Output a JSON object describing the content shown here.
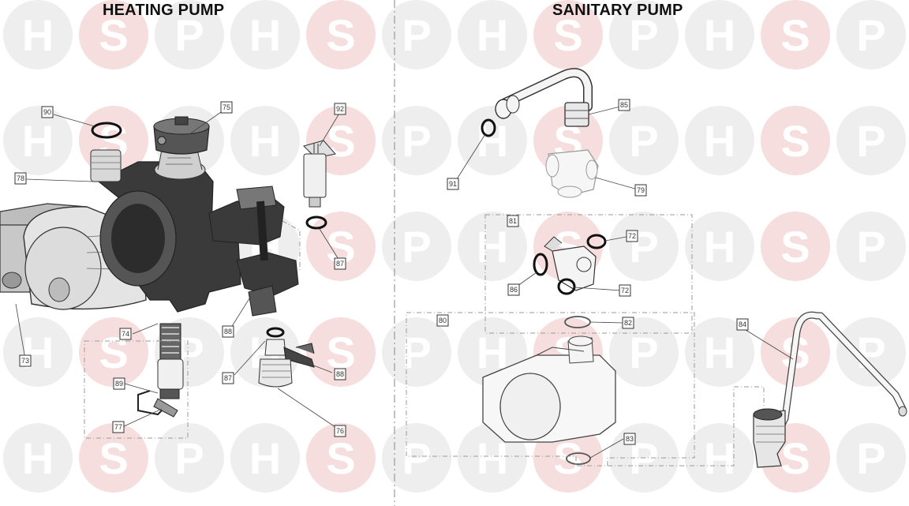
{
  "titles": {
    "heating": "HEATING PUMP",
    "sanitary": "SANITARY PUMP"
  },
  "watermark": {
    "letters": [
      "H",
      "S",
      "P"
    ],
    "colors": {
      "H": "#eeeeee",
      "S": "#f6dede",
      "P": "#eeeeee"
    },
    "rows": 5,
    "cols": 12
  },
  "callouts": [
    "90",
    "75",
    "92",
    "78",
    "87",
    "74",
    "73",
    "88",
    "89",
    "77",
    "87",
    "88",
    "76",
    "85",
    "91",
    "79",
    "81",
    "72",
    "86",
    "72",
    "80",
    "82",
    "84",
    "83"
  ],
  "colors": {
    "line": "#333333",
    "dash": "#999999",
    "part_dark": "#3a3a3a",
    "part_light": "#f2f2f2"
  }
}
